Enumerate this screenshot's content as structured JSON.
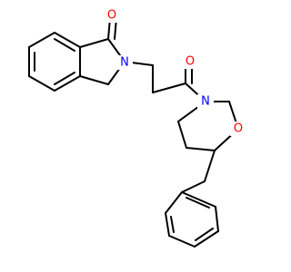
{
  "molecule": {
    "atoms": {
      "carbonyl_oxygen_left": {
        "label": "O",
        "color": "#ff0000"
      },
      "lactam_nitrogen": {
        "label": "N",
        "color": "#0000ff"
      },
      "ketone_oxygen": {
        "label": "O",
        "color": "#ff0000"
      },
      "morpholine_nitrogen": {
        "label": "N",
        "color": "#0000ff"
      },
      "morpholine_oxygen": {
        "label": "O",
        "color": "#ff0000"
      }
    },
    "bond_color": "#000000",
    "background_color": "#ffffff"
  }
}
